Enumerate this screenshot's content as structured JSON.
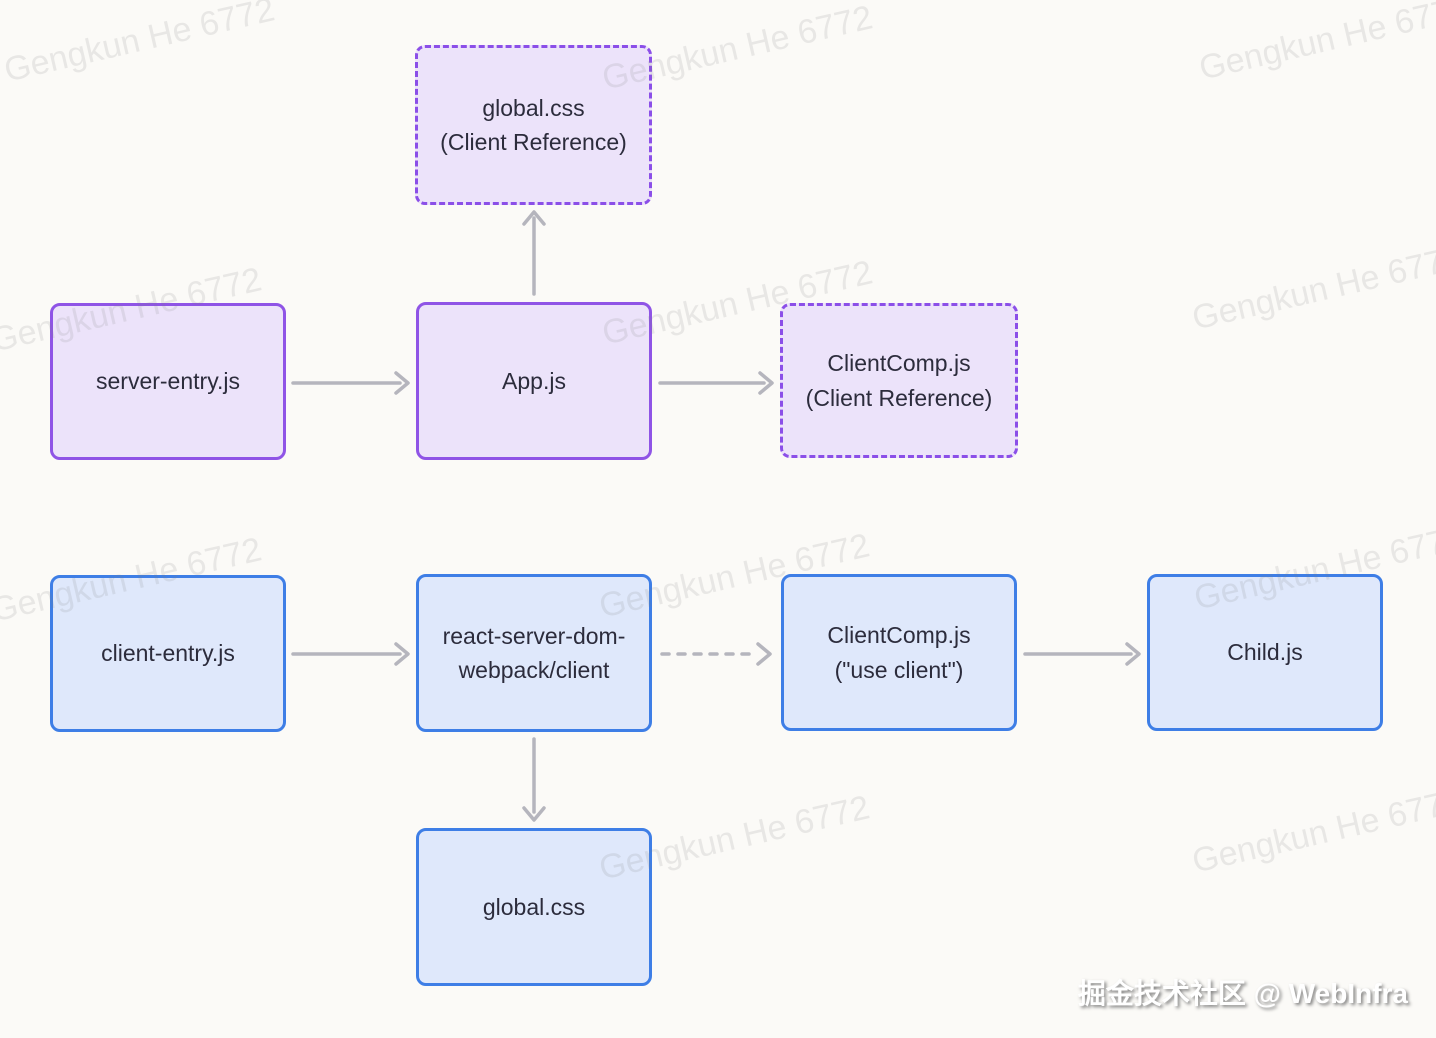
{
  "diagram": {
    "title_hint": "RSC module graph: server bundle (purple) and client bundle (blue)",
    "colors": {
      "background": "#fbfaf7",
      "server_node_fill": "#ece3fa",
      "server_node_border": "#8f54e6",
      "client_node_fill": "#dfe8fb",
      "client_node_border": "#3e7ee6",
      "arrow": "#b5b5bd",
      "node_text": "#2c2c3c"
    },
    "nodes": {
      "global_css_ref": {
        "line1": "global.css",
        "line2": "(Client Reference)",
        "style": "server-dashed"
      },
      "server_entry": {
        "line1": "server-entry.js",
        "style": "server-solid"
      },
      "app": {
        "line1": "App.js",
        "style": "server-solid"
      },
      "clientcomp_ref": {
        "line1": "ClientComp.js",
        "line2": "(Client Reference)",
        "style": "server-dashed"
      },
      "client_entry": {
        "line1": "client-entry.js",
        "style": "client-solid"
      },
      "rsdw": {
        "line1": "react-server-dom-",
        "line2": "webpack/client",
        "style": "client-solid"
      },
      "clientcomp_use": {
        "line1": "ClientComp.js",
        "line2": "(\"use client\")",
        "style": "client-solid"
      },
      "child": {
        "line1": "Child.js",
        "style": "client-solid"
      },
      "global_css": {
        "line1": "global.css",
        "style": "client-solid"
      }
    },
    "edges": [
      {
        "from": "server-entry.js",
        "to": "App.js",
        "style": "solid"
      },
      {
        "from": "App.js",
        "to": "global.css (Client Reference)",
        "style": "solid"
      },
      {
        "from": "App.js",
        "to": "ClientComp.js (Client Reference)",
        "style": "solid"
      },
      {
        "from": "client-entry.js",
        "to": "react-server-dom-webpack/client",
        "style": "solid"
      },
      {
        "from": "react-server-dom-webpack/client",
        "to": "ClientComp.js (\"use client\")",
        "style": "dashed"
      },
      {
        "from": "ClientComp.js (\"use client\")",
        "to": "Child.js",
        "style": "solid"
      },
      {
        "from": "react-server-dom-webpack/client",
        "to": "global.css",
        "style": "solid"
      }
    ]
  },
  "watermark": {
    "tile_text": "Gengkun He 6772",
    "brand_text": "掘金技术社区 @ WebInfra"
  }
}
